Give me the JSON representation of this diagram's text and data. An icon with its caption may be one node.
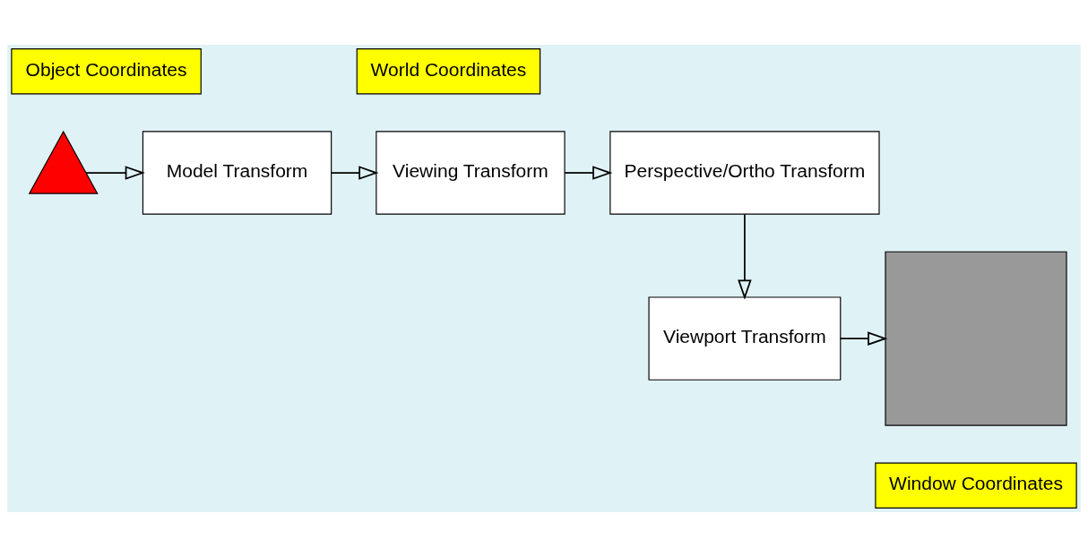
{
  "diagram": {
    "nodes": [
      {
        "text": [
          "Object Coordinates"
        ]
      },
      {
        "text": [
          "World Coordinates"
        ]
      },
      {
        "text": [],
        "shape": "triangle"
      },
      {
        "text": [
          "Model Transform"
        ]
      },
      {
        "text": [
          "Viewing Transform"
        ]
      },
      {
        "text": [
          "Perspective/Ortho Transform"
        ]
      },
      {
        "text": [],
        "shape": "box"
      },
      {
        "text": [
          "Viewport Transform"
        ]
      },
      {
        "text": [
          "Window Coordinates"
        ]
      }
    ],
    "edges": [
      {
        "from": 2,
        "to": 3,
        "arrow": "to"
      },
      {
        "from": 3,
        "to": 4,
        "arrow": "to"
      },
      {
        "from": 4,
        "to": 5,
        "arrow": "to"
      },
      {
        "from": 5,
        "to": 7,
        "arrow": "to"
      },
      {
        "from": 7,
        "to": 6,
        "arrow": "to"
      }
    ]
  }
}
